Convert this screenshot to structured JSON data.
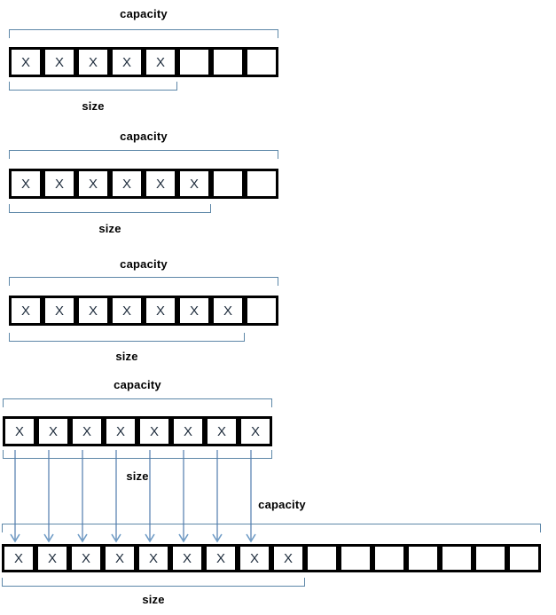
{
  "diagram": {
    "colors": {
      "bracket": "#5d87a8",
      "arrow_shaft": "#4f7cae",
      "arrow_head": "#6f9cc6",
      "cell_border": "#000000",
      "cell_text": "#1f2d3d",
      "label_text": "#000000"
    },
    "rows": [
      {
        "capacity_label": "capacity",
        "size_label": "size",
        "cells": 8,
        "filled": 5,
        "cell_value": "X"
      },
      {
        "capacity_label": "capacity",
        "size_label": "size",
        "cells": 8,
        "filled": 6,
        "cell_value": "X"
      },
      {
        "capacity_label": "capacity",
        "size_label": "size",
        "cells": 8,
        "filled": 7,
        "cell_value": "X"
      },
      {
        "capacity_label": "capacity",
        "size_label": "size",
        "cells": 8,
        "filled": 8,
        "cell_value": "X",
        "copy_arrows": 8
      },
      {
        "capacity_label": "capacity",
        "size_label": "size",
        "cells": 16,
        "filled": 9,
        "cell_value": "X"
      }
    ]
  }
}
